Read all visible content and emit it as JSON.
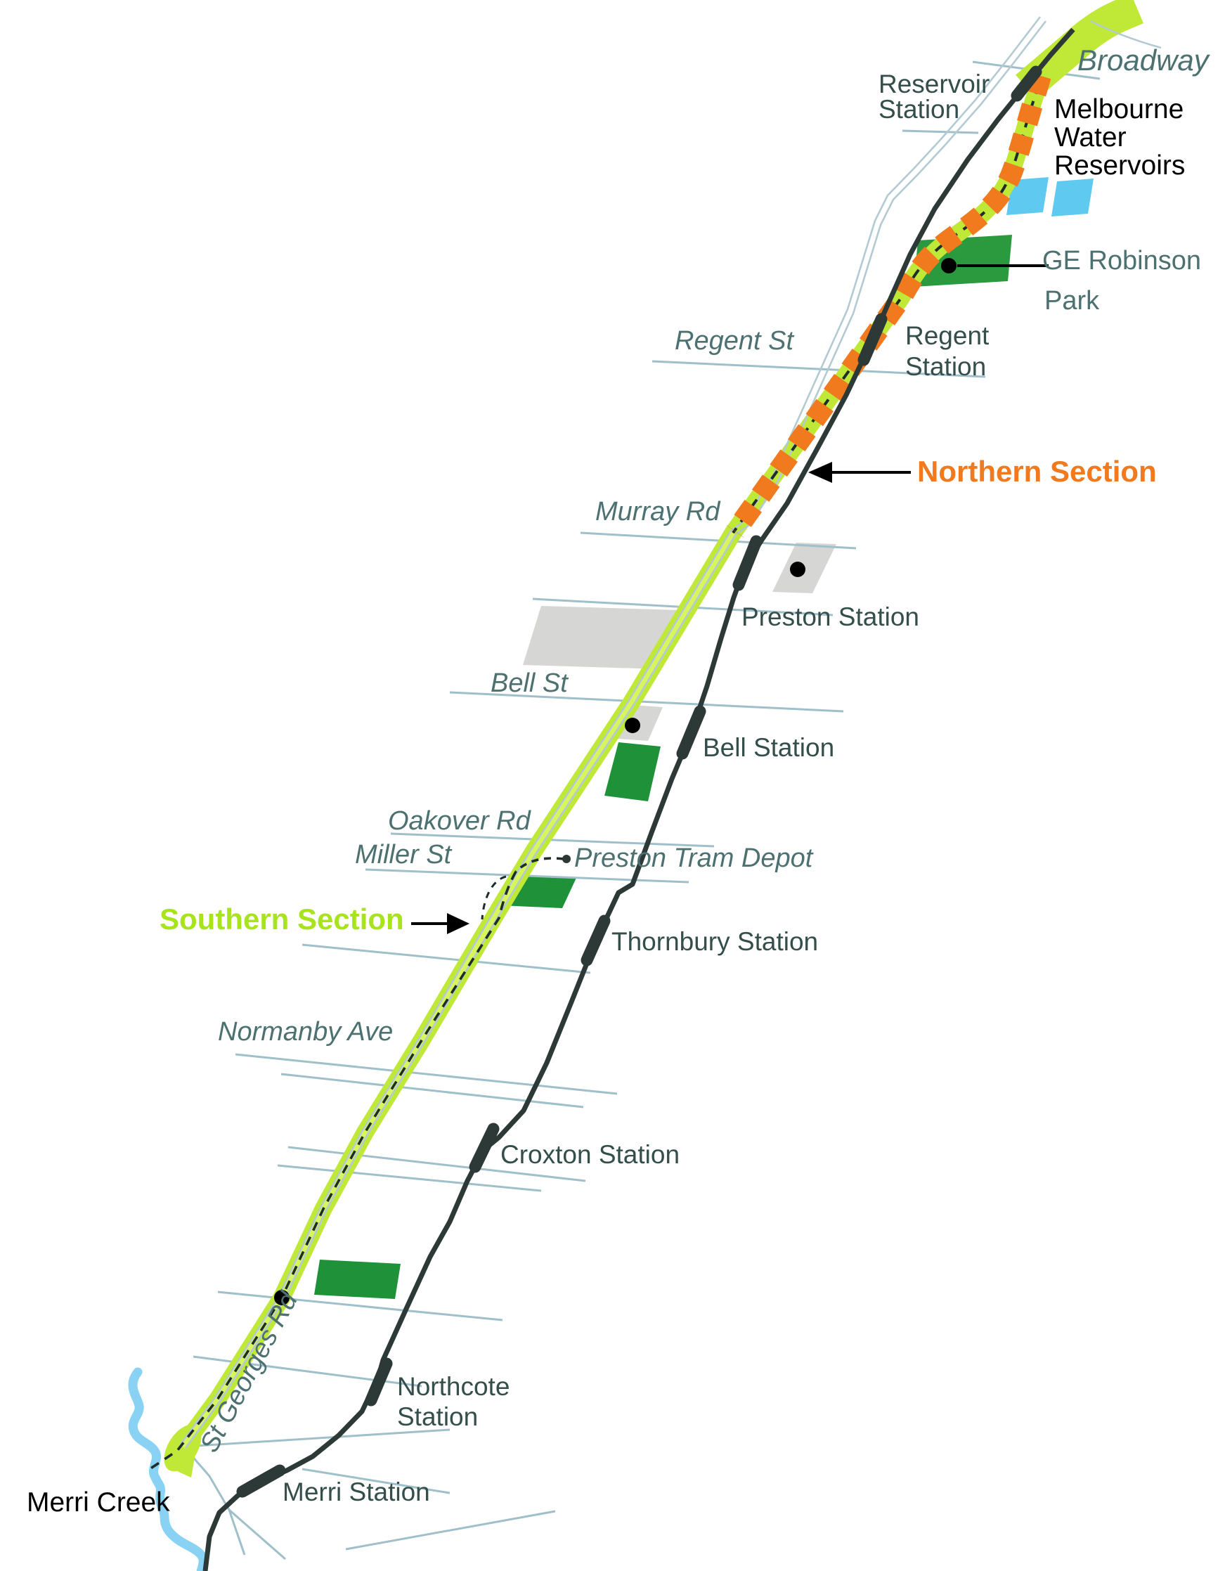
{
  "map": {
    "kind": "transit-corridor-map",
    "sections": {
      "northern": "Northern Section",
      "southern": "Southern Section"
    },
    "streets": {
      "broadway": "Broadway",
      "regent_st": "Regent St",
      "murray_rd": "Murray Rd",
      "bell_st": "Bell St",
      "oakover_rd": "Oakover Rd",
      "miller_st": "Miller St",
      "normanby_ave": "Normanby Ave",
      "st_georges_rd": "St Georges Rd"
    },
    "stations": {
      "reservoir": {
        "lines": [
          "Reservoir",
          "Station"
        ]
      },
      "regent": {
        "lines": [
          "Regent",
          "Station"
        ]
      },
      "preston": {
        "label": "Preston Station"
      },
      "bell": {
        "label": "Bell Station"
      },
      "thornbury": {
        "label": "Thornbury Station"
      },
      "croxton": {
        "label": "Croxton Station"
      },
      "northcote": {
        "lines": [
          "Northcote",
          "Station"
        ]
      },
      "merri": {
        "label": "Merri Station"
      }
    },
    "places": {
      "melbourne_water_reservoirs": {
        "lines": [
          "Melbourne",
          "Water",
          "Reservoirs"
        ]
      },
      "ge_robinson_park": {
        "lines": [
          "GE Robinson",
          "Park"
        ]
      },
      "preston_tram_depot": {
        "label": "Preston Tram Depot"
      },
      "merri_creek": {
        "label": "Merri Creek"
      }
    },
    "colors": {
      "section_orange": "#F1791E",
      "southern_label": "#A8E41E",
      "route_green": "#C0E836",
      "route_stripe": "#D8F65C",
      "railway_dark": "#2C3937",
      "dashed_dark": "#1E2C2A",
      "road_blue": "#9FC0CA",
      "droad_blue": "#B3CAD3",
      "park_green": "#2B9A3E",
      "park_green_dark": "#1F9138",
      "water_blue": "#5FC9EF",
      "creek_blue": "#89D2F4",
      "block_gray": "#D6D6D4",
      "street_label": "#4C7170",
      "station_label": "#344E4B",
      "text_black": "#000000"
    }
  }
}
